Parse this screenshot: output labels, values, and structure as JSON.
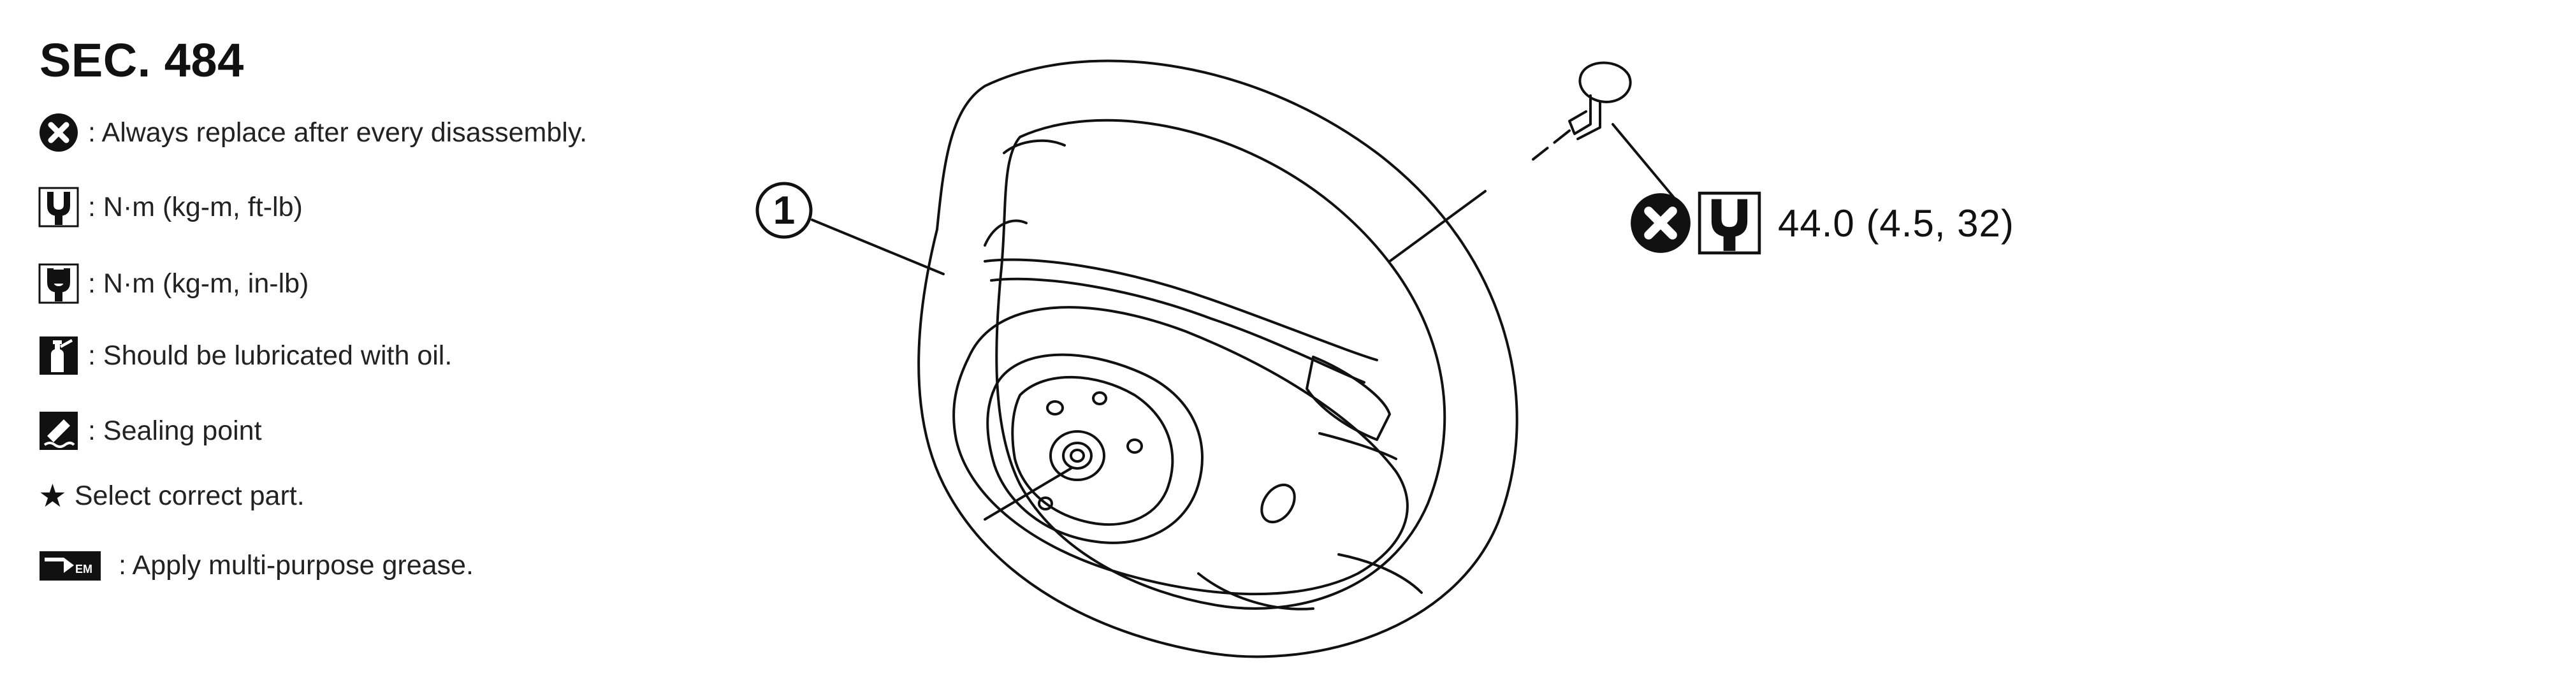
{
  "section": {
    "title": "SEC. 484"
  },
  "legend": {
    "items": [
      {
        "icon": "replace-x-circle-icon",
        "text": ": Always replace after every disassembly."
      },
      {
        "icon": "torque-wrench-icon",
        "text": ": N·m (kg-m, ft-lb)"
      },
      {
        "icon": "torque-wrench-filled-icon",
        "text": ": N·m (kg-m, in-lb)"
      },
      {
        "icon": "oil-can-icon",
        "text": ": Should be lubricated with oil."
      },
      {
        "icon": "sealing-point-icon",
        "text": ": Sealing point"
      },
      {
        "icon": "star-icon",
        "symbol": "★",
        "text": "Select correct part."
      },
      {
        "icon": "grease-gun-icon",
        "text": ": Apply multi-purpose grease."
      }
    ]
  },
  "diagram": {
    "part_number": "1",
    "torque_spec": "44.0 (4.5, 32)",
    "callout_icons": [
      "replace-x-circle-icon",
      "torque-wrench-icon"
    ]
  },
  "colors": {
    "ink": "#111111",
    "text": "#222222",
    "background": "#ffffff"
  }
}
